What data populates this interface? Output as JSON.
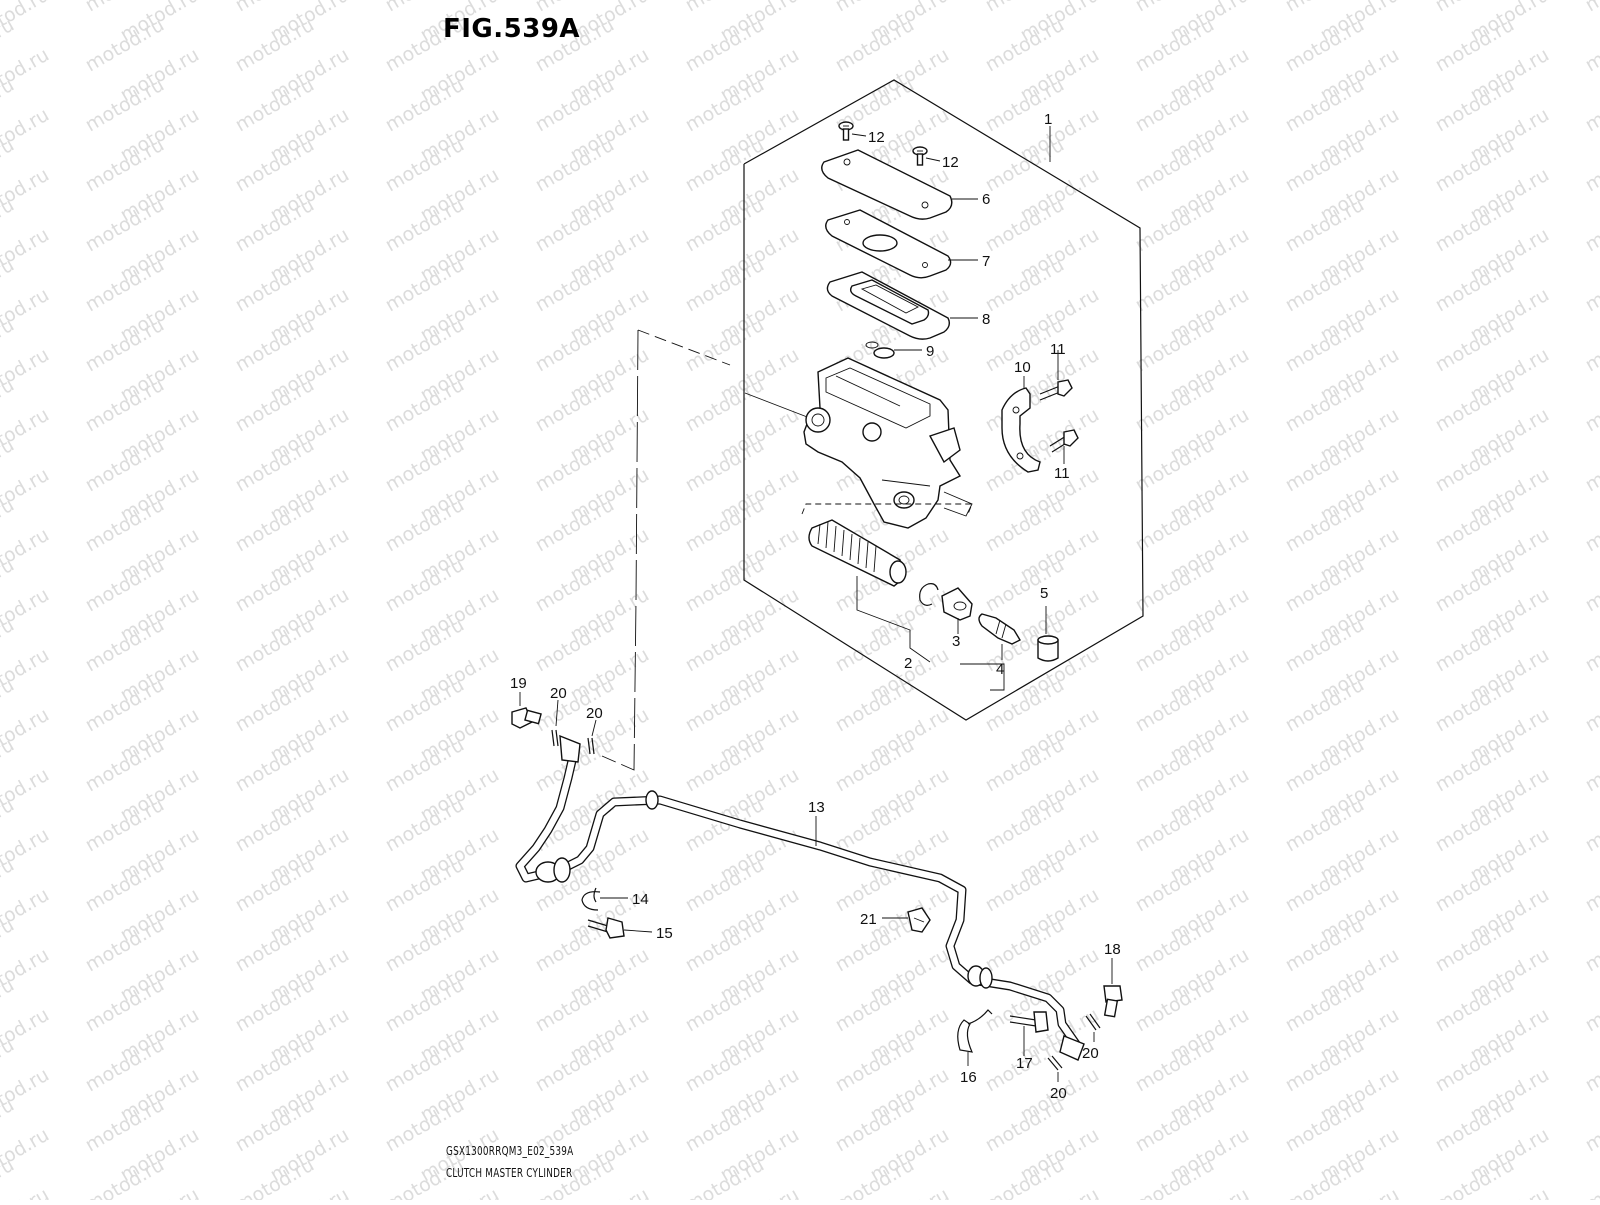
{
  "figure": {
    "title": "FIG.539A",
    "code": "GSX1300RRQM3_E02_539A",
    "name": "CLUTCH MASTER CYLINDER"
  },
  "watermark": "motod.ru",
  "callouts": [
    {
      "id": "c1",
      "label": "1"
    },
    {
      "id": "c2",
      "label": "2"
    },
    {
      "id": "c3",
      "label": "3"
    },
    {
      "id": "c4",
      "label": "4"
    },
    {
      "id": "c5",
      "label": "5"
    },
    {
      "id": "c6",
      "label": "6"
    },
    {
      "id": "c7",
      "label": "7"
    },
    {
      "id": "c8",
      "label": "8"
    },
    {
      "id": "c9",
      "label": "9"
    },
    {
      "id": "c10",
      "label": "10"
    },
    {
      "id": "c11a",
      "label": "11"
    },
    {
      "id": "c11b",
      "label": "11"
    },
    {
      "id": "c12a",
      "label": "12"
    },
    {
      "id": "c12b",
      "label": "12"
    },
    {
      "id": "c13",
      "label": "13"
    },
    {
      "id": "c14",
      "label": "14"
    },
    {
      "id": "c15",
      "label": "15"
    },
    {
      "id": "c16",
      "label": "16"
    },
    {
      "id": "c17",
      "label": "17"
    },
    {
      "id": "c18",
      "label": "18"
    },
    {
      "id": "c19",
      "label": "19"
    },
    {
      "id": "c20a",
      "label": "20"
    },
    {
      "id": "c20b",
      "label": "20"
    },
    {
      "id": "c20c",
      "label": "20"
    },
    {
      "id": "c20d",
      "label": "20"
    },
    {
      "id": "c21",
      "label": "21"
    }
  ]
}
